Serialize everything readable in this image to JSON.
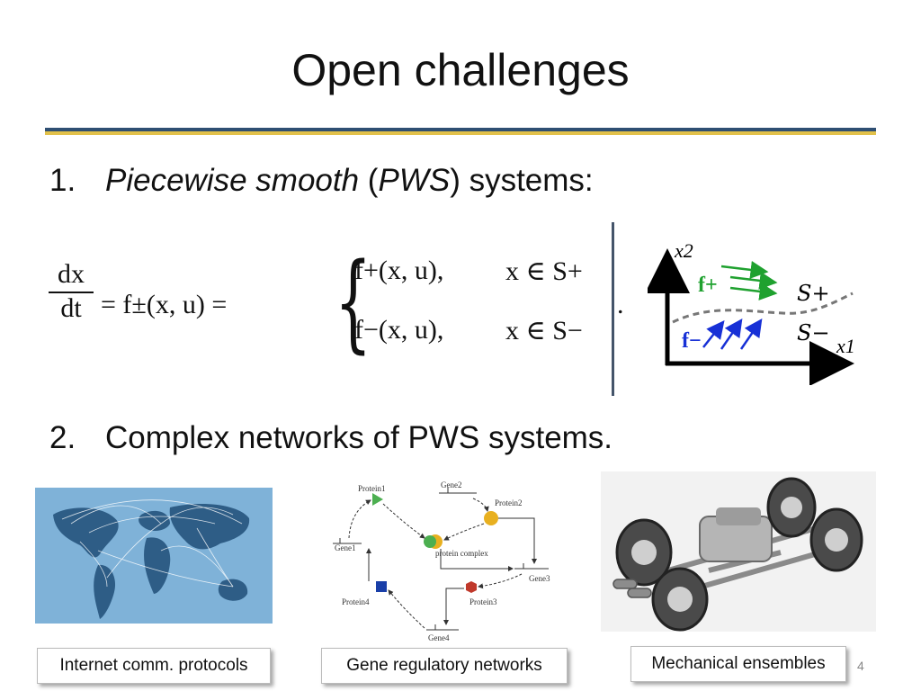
{
  "slide": {
    "title": "Open challenges",
    "page_number": "4"
  },
  "items": [
    {
      "number": "1.",
      "italic": "Piecewise smooth",
      "paren_open": " (",
      "abbr": "PWS",
      "rest": ") systems:"
    },
    {
      "number": "2.",
      "text": "Complex networks of PWS systems."
    }
  ],
  "equation": {
    "numerator": "dx",
    "denominator": "dt",
    "middle": "= f±(x, u) =",
    "case1": "f+(x, u),",
    "case2": "f−(x, u),",
    "cond1": "x ∈ S+",
    "cond2": "x ∈ S−",
    "end": "."
  },
  "sketch": {
    "axis_y": "x2",
    "axis_x": "x1",
    "f_plus": "f+",
    "f_minus": "f−",
    "s_plus": "S+",
    "s_minus": "S−",
    "colors": {
      "f_plus": "#1fa12f",
      "f_minus": "#1730d6",
      "surface": "#777777"
    }
  },
  "gene_network": {
    "protein1": "Protein1",
    "gene2": "Gene2",
    "protein2": "Protein2",
    "gene1": "Gene1",
    "complex": "protein complex",
    "gene3": "Gene3",
    "protein4": "Protein4",
    "protein3": "Protein3",
    "gene4": "Gene4"
  },
  "captions": [
    "Internet comm. protocols",
    "Gene regulatory networks",
    "Mechanical ensembles"
  ]
}
